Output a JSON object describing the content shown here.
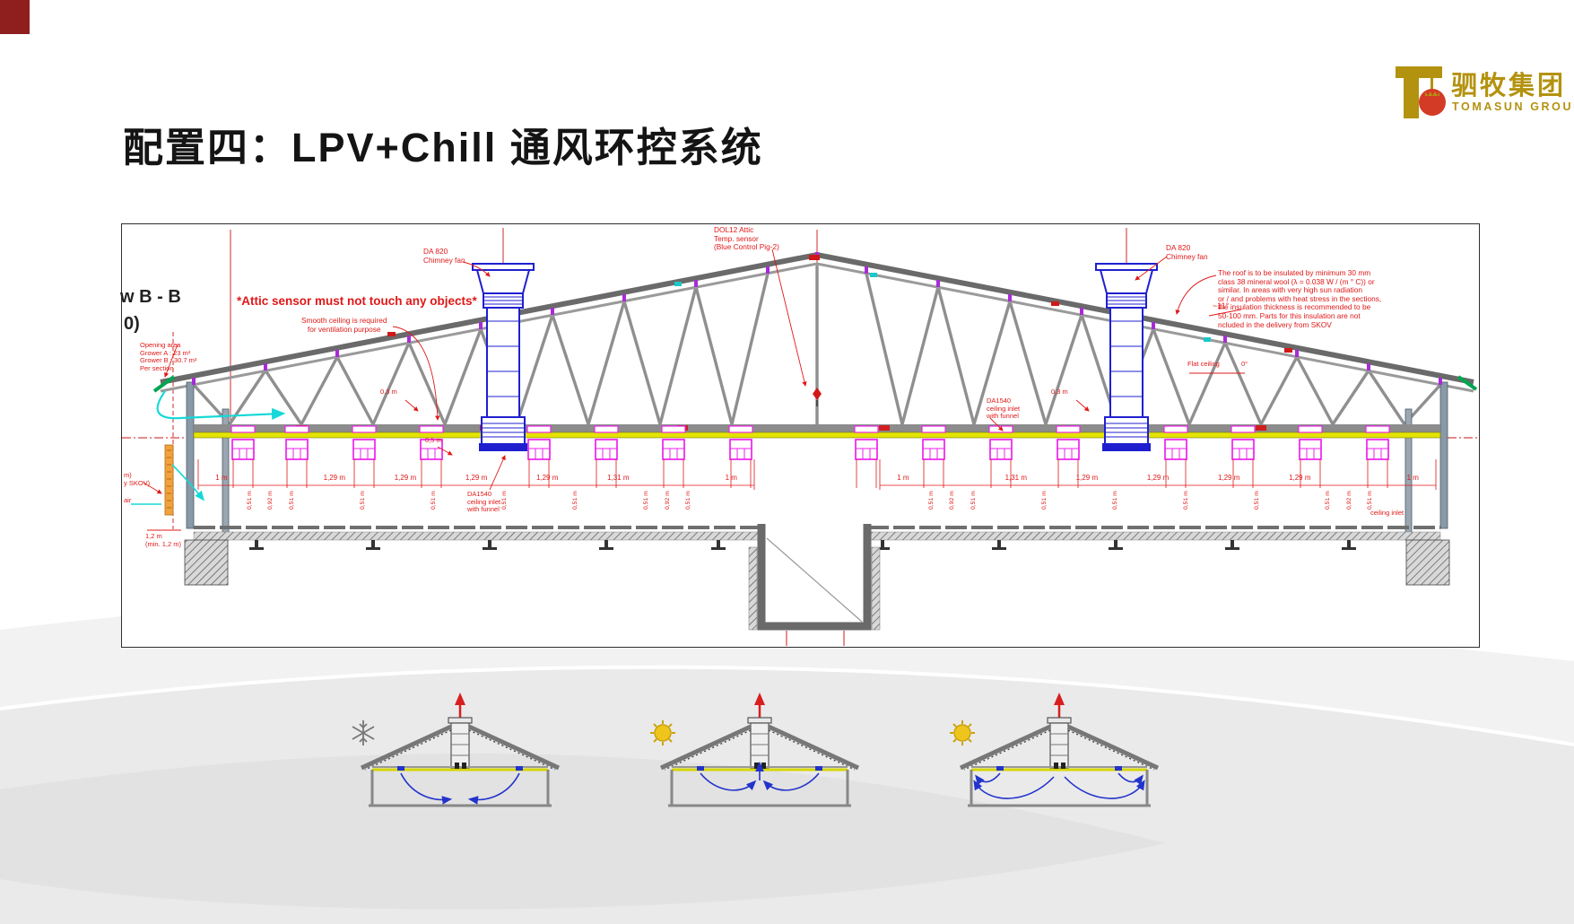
{
  "title": "配置四：LPV+Chill 通风环控系统",
  "logo": {
    "cn": "驷牧集团",
    "en": "TOMASUN GROUP"
  },
  "colors": {
    "corner_block": "#8f1e1e",
    "logo_gold": "#b3920f",
    "tomato_red": "#d43b26",
    "annotation_red": "#e01818",
    "inlet_magenta": "#ee22ee",
    "chimney_blue": "#1f1fd0",
    "ceiling_yellow": "#e4e400",
    "airflow_cyan": "#17d8d8",
    "arrow_blue": "#2233cc"
  },
  "drawing": {
    "section_view_line1": "w B - B",
    "section_view_line2": "0)",
    "attic_warning": "*Attic sensor must not touch any objects*",
    "smooth_ceiling": [
      "Smooth ceiling is required",
      "for ventilation purpose"
    ],
    "opening_area": [
      "Opening area",
      "Grower A : 23 m²",
      "Grower B : 30.7 m²",
      "Per section"
    ],
    "chimney_left": [
      "DA 820",
      "Chimney fan"
    ],
    "attic_sensor": [
      "DOL12 Attic",
      "Temp. sensor",
      "(Blue Control Pig-2)"
    ],
    "chimney_right": [
      "DA 820",
      "Chimney fan"
    ],
    "insulation_note": [
      "The roof is to be insulated by minimum 30 mm",
      "class 38 mineral wool (λ = 0.038 W / (m ° C)) or",
      "similar. In areas with very high sun radiation",
      "or / and problems with heat stress in the sections,",
      "the insulation thickness is recommended to be",
      "50-100 mm. Parts for this insulation are not",
      "ncluded in the delivery from SKOV"
    ],
    "roof_angle": "~11°",
    "flat_ceiling": "Flat ceiling",
    "flat_angle": "0°",
    "inlet_funnel_right": [
      "DA1540",
      "ceiling inlet",
      "with funnel"
    ],
    "inlet_funnel_left": [
      "DA1540",
      "ceiling inlet",
      "with funnel"
    ],
    "ceiling_inlet_right": "ceiling inlet",
    "dim_03_left": "0,3 m",
    "dim_03_right": "0,3 m",
    "dim_05": "0,5 m",
    "skov_cut": [
      "m)",
      "y SKOV)"
    ],
    "air_label": "air",
    "found_dim": [
      "1,2 m",
      "(min. 1,2 m)"
    ],
    "dims_left": [
      "1 m",
      "0,51 m",
      "0,92 m",
      "0,51 m",
      "1,29 m",
      "0,51 m",
      "1,29 m",
      "0,51 m",
      "1,29 m",
      "0,51 m",
      "1,29 m",
      "0,51 m",
      "1,31 m",
      "0,51 m",
      "0,92 m",
      "0,51 m",
      "1 m"
    ],
    "dims_right": [
      "1 m",
      "0,51 m",
      "0,92 m",
      "0,51 m",
      "1,31 m",
      "0,51 m",
      "1,29 m",
      "0,51 m",
      "1,29 m",
      "0,51 m",
      "1,29 m",
      "0,51 m",
      "1,29 m",
      "0,51 m",
      "0,92 m",
      "0,51 m",
      "1 m"
    ]
  }
}
